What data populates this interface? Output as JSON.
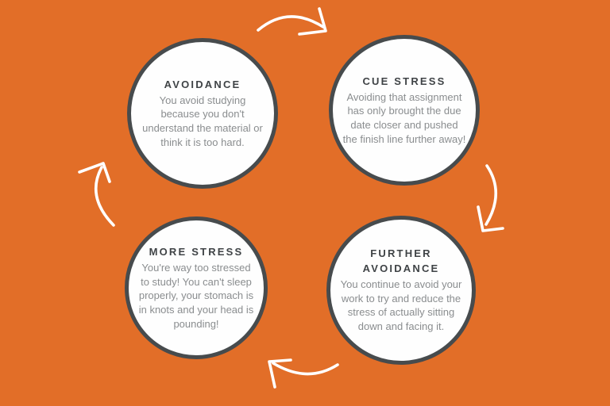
{
  "diagram": {
    "type": "cycle",
    "background_color": "#E26E28",
    "node_fill": "#FEFEFE",
    "node_border_color": "#474B4D",
    "title_color": "#3F4346",
    "body_color": "#8A8D8F",
    "arrow_color": "#FFFFFF",
    "direction": "clockwise",
    "nodes": [
      {
        "id": "avoidance",
        "position": "top-left",
        "title": "AVOIDANCE",
        "body": "You avoid studying because you don't understand the material or think it is too hard."
      },
      {
        "id": "cue-stress",
        "position": "top-right",
        "title": "CUE STRESS",
        "body": "Avoiding that assignment has only brought the due date closer and pushed the finish line further away!"
      },
      {
        "id": "further-avoidance",
        "position": "bottom-right",
        "title": "FURTHER AVOIDANCE",
        "body": "You continue to avoid your work to try and reduce the stress of actually sitting down and facing it."
      },
      {
        "id": "more-stress",
        "position": "bottom-left",
        "title": "MORE STRESS",
        "body": "You're way too stressed to study! You can't sleep properly, your stomach is in knots and your head is pounding!"
      }
    ],
    "arrows": [
      {
        "id": "top",
        "from": "avoidance",
        "to": "cue-stress"
      },
      {
        "id": "right",
        "from": "cue-stress",
        "to": "further-avoidance"
      },
      {
        "id": "bottom",
        "from": "further-avoidance",
        "to": "more-stress"
      },
      {
        "id": "left",
        "from": "more-stress",
        "to": "avoidance"
      }
    ]
  }
}
